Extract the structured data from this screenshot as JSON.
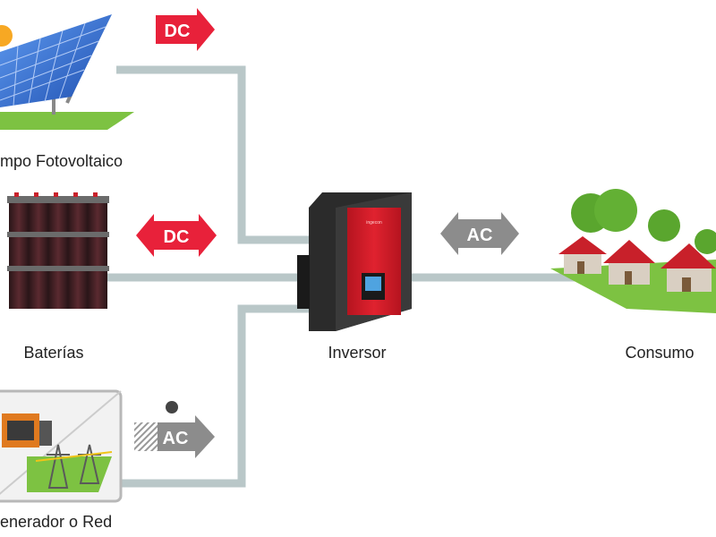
{
  "labels": {
    "solar": "mpo Fotovoltaico",
    "batteries": "Baterías",
    "inverter": "Inversor",
    "consumption": "Consumo",
    "generator": "enerador o Red"
  },
  "badges": {
    "solar_dc": "DC",
    "battery_dc": "DC",
    "consumption_ac": "AC",
    "generator_ac": "AC"
  },
  "inverter_brand": "ingecon",
  "colors": {
    "dc_badge": "#e8213a",
    "ac_badge": "#8c8c8c",
    "line": "#b9c7c8",
    "inverter_front": "#d1202e",
    "inverter_body": "#2b2b2b",
    "grass": "#7dc242",
    "roof": "#c8202a",
    "panel": "#2a63c7"
  },
  "icons": {
    "solar": "solar-panel-icon",
    "batteries": "battery-bank-icon",
    "inverter": "inverter-icon",
    "houses": "houses-icon",
    "generator": "generator-and-grid-icon"
  }
}
